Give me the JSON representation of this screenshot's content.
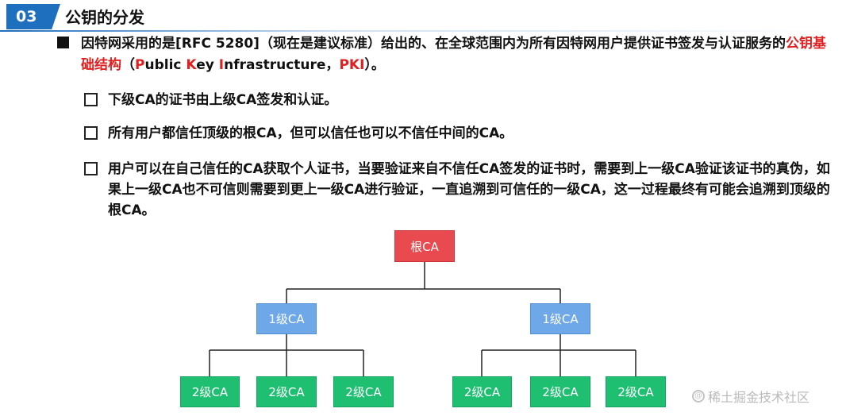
{
  "header": {
    "section_number": "03",
    "title": "公钥的分发"
  },
  "intro": {
    "part1": "因特网采用的是[RFC 5280]（现在是建议标准）给出的、在全球范围内为所有因特网用户提供证书签发与认证服务的",
    "highlight": "公钥基础结构",
    "part2_open": "（",
    "p_letter": "P",
    "p_rest": "ublic ",
    "k_letter": "K",
    "k_rest": "ey ",
    "i_letter": "I",
    "i_rest": "nfrastructure，",
    "pki": "PKI",
    "part2_close": "）。"
  },
  "items": [
    "下级CA的证书由上级CA签发和认证。",
    "所有用户都信任顶级的根CA，但可以信任也可以不信任中间的CA。",
    "用户可以在自己信任的CA获取个人证书，当要验证来自不信任CA签发的证书时，需要到上一级CA验证该证书的真伪，如果上一级CA也不可信则需要到更上一级CA进行验证，一直追溯到可信任的一级CA，这一过程最终有可能会追溯到顶级的根CA。"
  ],
  "tree": {
    "root": "根CA",
    "level1": [
      "1级CA",
      "1级CA"
    ],
    "level2": [
      "2级CA",
      "2级CA",
      "2级CA",
      "2级CA",
      "2级CA",
      "2级CA"
    ],
    "colors": {
      "root": "#e84a4f",
      "level1": "#6ea8e8",
      "level2": "#1fbf72"
    }
  },
  "watermark": "稀土掘金技术社区"
}
